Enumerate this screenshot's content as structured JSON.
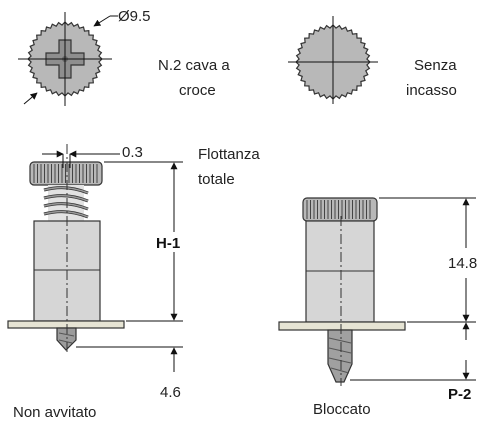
{
  "top_views": {
    "diameter_label": "Ø9.5",
    "cross_recess_label_line1": "N.2 cava a",
    "cross_recess_label_line2": "croce",
    "no_recess_label_line1": "Senza",
    "no_recess_label_line2": "incasso"
  },
  "left_view": {
    "float_value": "0.3",
    "float_label_line1": "Flottanza",
    "float_label_line2": "totale",
    "height_label": "H-1",
    "protrusion_value": "4.6",
    "caption": "Non avvitato"
  },
  "right_view": {
    "height_value": "14.8",
    "protrusion_label": "P-2",
    "caption": "Bloccato"
  },
  "colors": {
    "knurl_fill": "#b8b8b8",
    "body_fill": "#d6d6d6",
    "panel_fill": "#e6e4d4",
    "recess_fill": "#8e8e8e"
  }
}
